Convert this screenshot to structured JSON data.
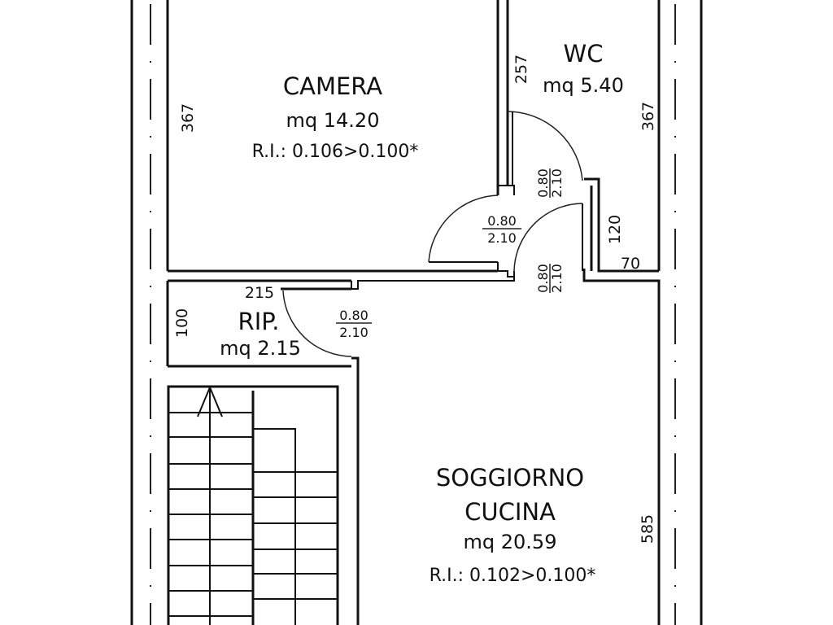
{
  "plan": {
    "rooms": [
      {
        "id": "camera",
        "name": "CAMERA",
        "area": "mq  14.20",
        "ri": "R.I.:  0.106>0.100*"
      },
      {
        "id": "wc",
        "name": "WC",
        "area": "mq  5.40"
      },
      {
        "id": "rip",
        "name": "RIP.",
        "area": "mq  2.15"
      },
      {
        "id": "soggiorno",
        "name_line1": "SOGGIORNO",
        "name_line2": "CUCINA",
        "area": "mq  20.59",
        "ri": "R.I.:  0.102>0.100*"
      }
    ],
    "dimensions": {
      "camera_height": "367",
      "wc_left": "257",
      "wc_right": "367",
      "wc_passage": "120",
      "wc_passage_width": "70",
      "rip_height": "100",
      "rip_width": "215",
      "soggiorno_height": "585"
    },
    "doors": [
      {
        "id": "door-wc",
        "width": "0.80",
        "height": "2.10"
      },
      {
        "id": "door-camera",
        "width": "0.80",
        "height": "2.10"
      },
      {
        "id": "door-soggiorno",
        "width": "0.80",
        "height": "2.10"
      },
      {
        "id": "door-rip",
        "width": "0.80",
        "height": "2.10"
      }
    ],
    "colors": {
      "line": "#111111",
      "background": "#ffffff"
    }
  }
}
